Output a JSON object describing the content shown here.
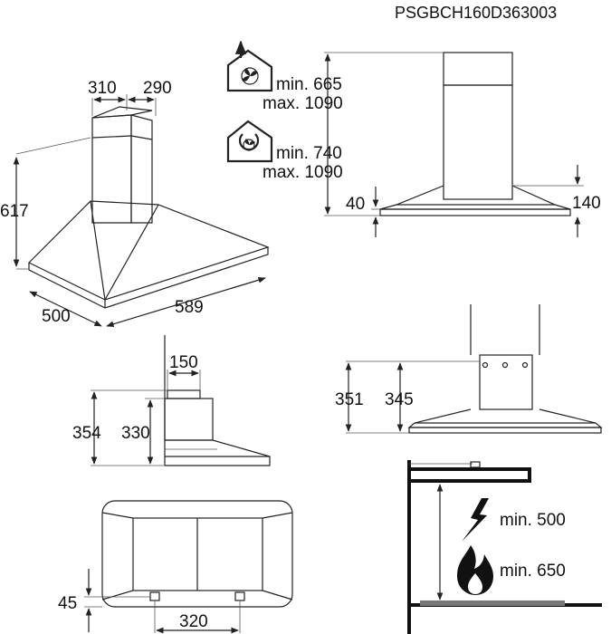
{
  "product_code": "PSGBCH160D363003",
  "perspective_view": {
    "chimney_width": "310",
    "chimney_depth": "290",
    "total_height": "617",
    "hood_depth": "500",
    "hood_width": "589"
  },
  "front_view": {
    "extraction_min": "min. 665",
    "extraction_max": "max. 1090",
    "recirculation_min": "min. 740",
    "recirculation_max": "max. 1090",
    "canopy_edge": "40",
    "canopy_height": "140",
    "extraction_icon": "house-extraction-icon",
    "recirculation_icon": "house-recirculation-icon"
  },
  "side_view": {
    "outlet_width": "150",
    "height_outer": "354",
    "height_inner": "330"
  },
  "rear_view": {
    "height_outer": "351",
    "height_inner": "345"
  },
  "top_view": {
    "mount_offset": "45",
    "mount_spacing": "320"
  },
  "clearance": {
    "electric_min": "min. 500",
    "gas_min": "min. 650",
    "electric_icon": "lightning-icon",
    "gas_icon": "flame-icon"
  }
}
